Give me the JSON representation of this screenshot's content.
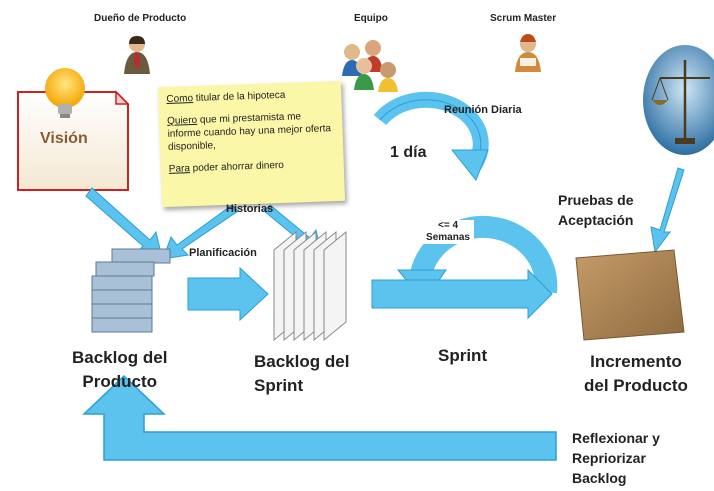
{
  "roles": {
    "product_owner": "Dueño de Producto",
    "team": "Equipo",
    "scrum_master": "Scrum Master"
  },
  "vision": {
    "label": "Visión"
  },
  "user_story": {
    "line1_keyword": "Como",
    "line1_rest": " titular de la hipoteca",
    "line2_keyword": "Quiero",
    "line2_rest": " que mi prestamista me informe cuando hay una mejor oferta disponible,",
    "line3_keyword": "Para",
    "line3_rest": " poder ahorrar dinero"
  },
  "labels": {
    "historias": "Historias",
    "planificacion": "Planificación",
    "reunion_diaria": "Reunión Diaria",
    "un_dia": "1 día",
    "semanas_top": "<= 4",
    "semanas_bottom": "Semanas",
    "pruebas_1": "Pruebas de",
    "pruebas_2": "Aceptación"
  },
  "stages": {
    "backlog_producto_1": "Backlog del",
    "backlog_producto_2": "Producto",
    "backlog_sprint_1": "Backlog del",
    "backlog_sprint_2": "Sprint",
    "sprint": "Sprint",
    "incremento_1": "Incremento",
    "incremento_2": "del Producto"
  },
  "feedback": {
    "line1": "Reflexionar y",
    "line2": "Repriorizar",
    "line3": "Backlog"
  },
  "colors": {
    "arrow_blue": "#5cc3ef",
    "arrow_stroke": "#2a9fd6",
    "vision_border": "#cc2222",
    "note_yellow": "#fbf7a8",
    "box_brown": "#b48a5a"
  }
}
